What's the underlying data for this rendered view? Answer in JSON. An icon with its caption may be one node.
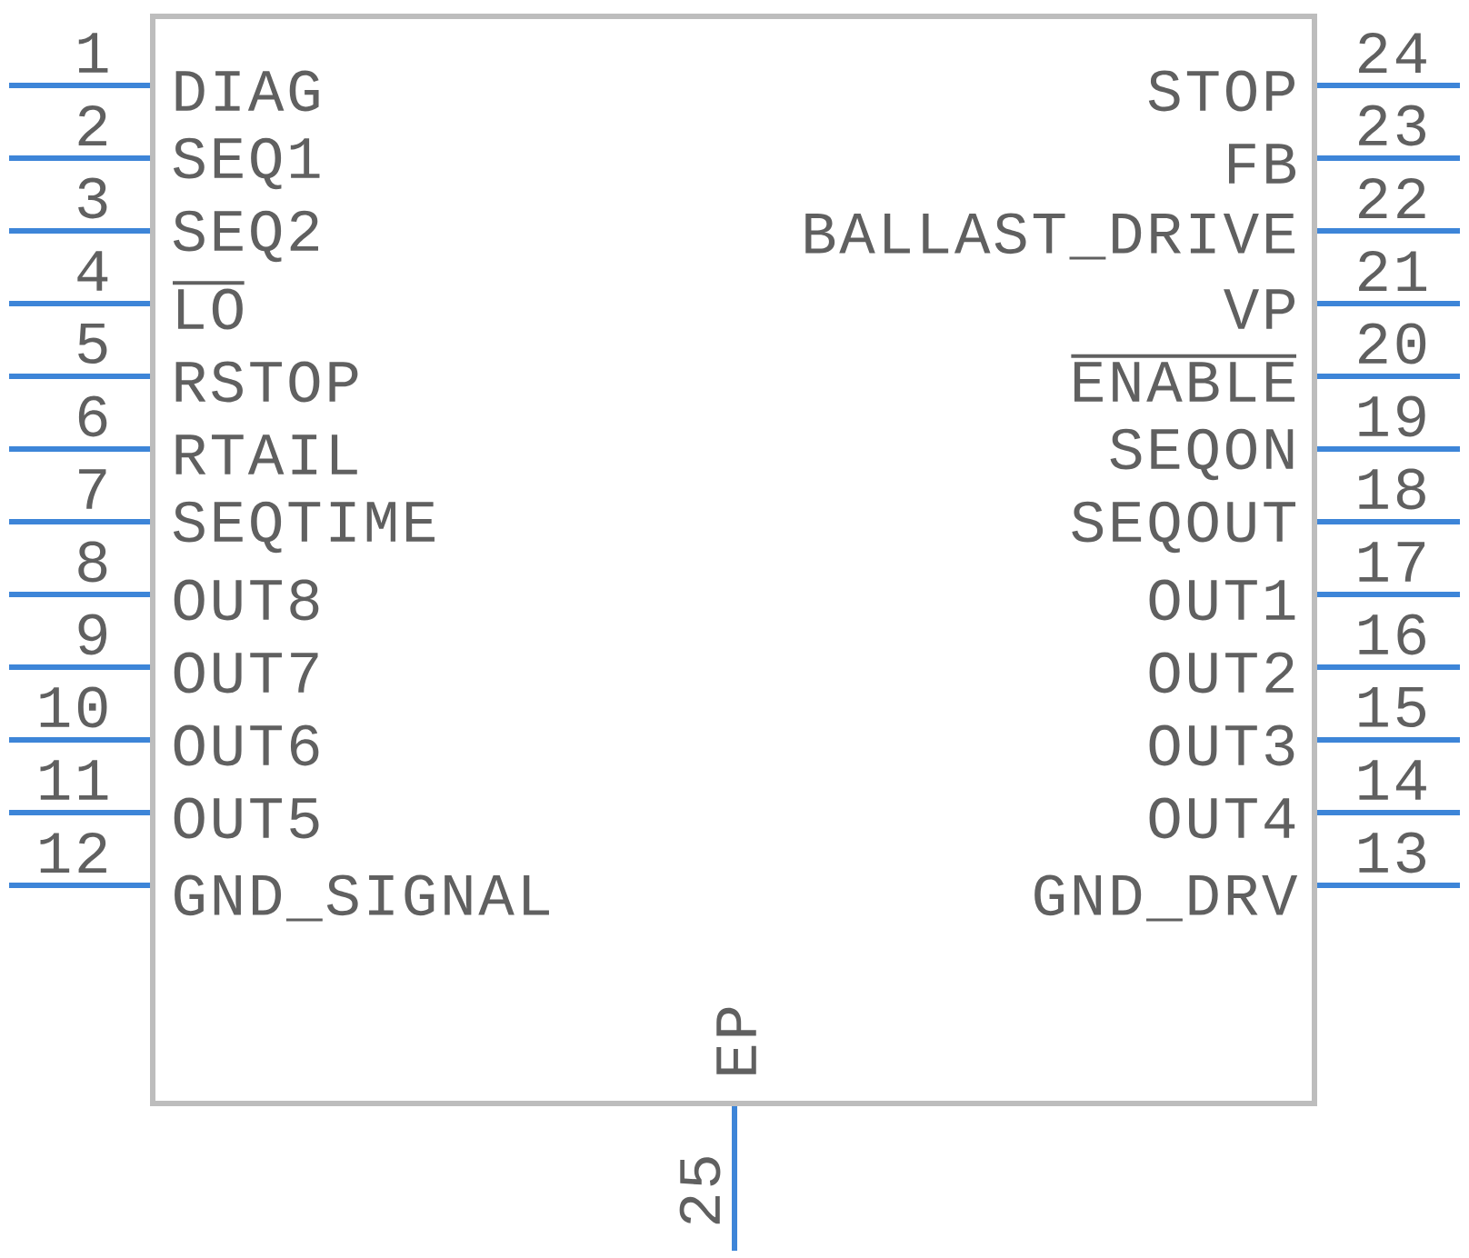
{
  "diagram": {
    "nodes": [
      {
        "text": [
          "DIAG",
          "SEQ1",
          "SEQ2",
          "LO",
          "RSTOP",
          "RTAIL",
          "SEQTIME",
          "OUT8",
          "OUT7",
          "OUT6",
          "OUT5",
          "GND_SIGNAL",
          "GND_DRV",
          "OUT4",
          "OUT3",
          "OUT2",
          "OUT1",
          "SEQOUT",
          "SEQON",
          "ENABLE",
          "VP",
          "BALLAST_DRIVE",
          "FB",
          "STOP",
          "EP"
        ]
      }
    ],
    "labels": [
      "1",
      "2",
      "3",
      "4",
      "5",
      "6",
      "7",
      "8",
      "9",
      "10",
      "11",
      "12",
      "13",
      "14",
      "15",
      "16",
      "17",
      "18",
      "19",
      "20",
      "21",
      "22",
      "23",
      "24",
      "25"
    ]
  }
}
